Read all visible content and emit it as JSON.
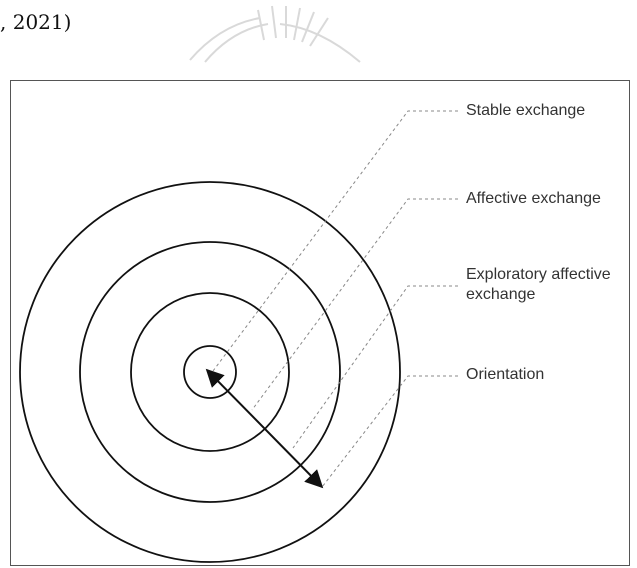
{
  "header": {
    "citation": ", 2021)"
  },
  "diagram": {
    "layers": [
      {
        "label": "Stable exchange"
      },
      {
        "label": "Affective exchange"
      },
      {
        "label": "Exploratory affective exchange"
      },
      {
        "label": "Orientation"
      }
    ],
    "colors": {
      "stroke": "#111111",
      "leader": "#888888",
      "watermark": "#d9d9d9"
    }
  }
}
